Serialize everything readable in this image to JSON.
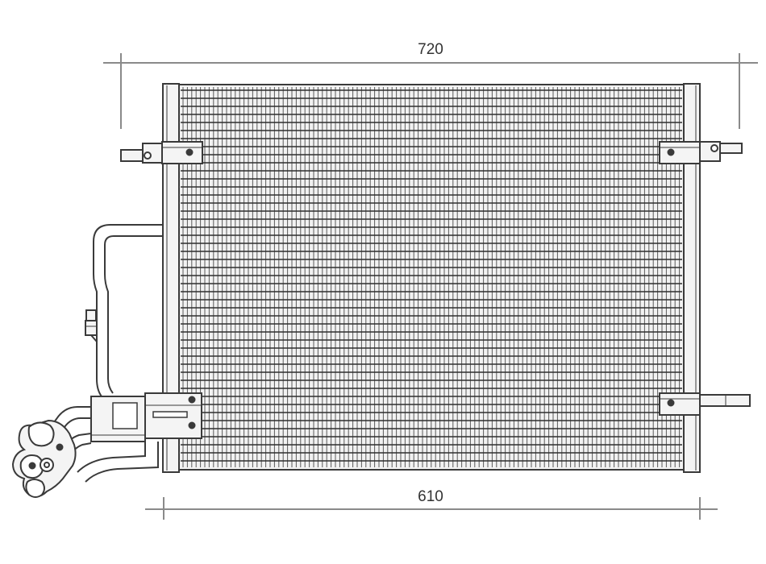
{
  "diagram": {
    "subject": "radiator-condenser-drawing",
    "dimensions": {
      "overall_width": "720",
      "core_width": "610"
    },
    "colors": {
      "line": "#3a3a3a",
      "fill": "#f4f4f4",
      "fin_line": "#555555",
      "dimension_line": "#888888",
      "text": "#333333"
    }
  }
}
